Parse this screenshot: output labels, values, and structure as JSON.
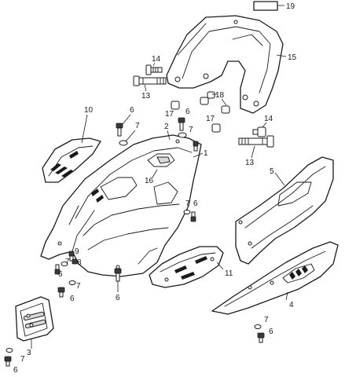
{
  "callouts": {
    "c19": "19",
    "c15": "15",
    "c14a": "14",
    "c13a": "13",
    "c18": "18",
    "c17a": "17",
    "c17b": "17",
    "c14b": "14",
    "c13b": "13",
    "c10": "10",
    "c6a": "6",
    "c7a": "7",
    "c2": "2",
    "c6b": "6",
    "c7b": "7",
    "c1": "1",
    "c16": "16",
    "c5": "5",
    "c7c": "7",
    "c6c": "6",
    "c7d": "7",
    "c6d": "6",
    "c9": "9",
    "c8": "8",
    "c7e": "7",
    "c6e": "6",
    "c11": "11",
    "c6f": "6",
    "c4": "4",
    "c7f": "7",
    "c6g": "6",
    "c3": "3",
    "c7g": "7",
    "c6h": "6"
  }
}
